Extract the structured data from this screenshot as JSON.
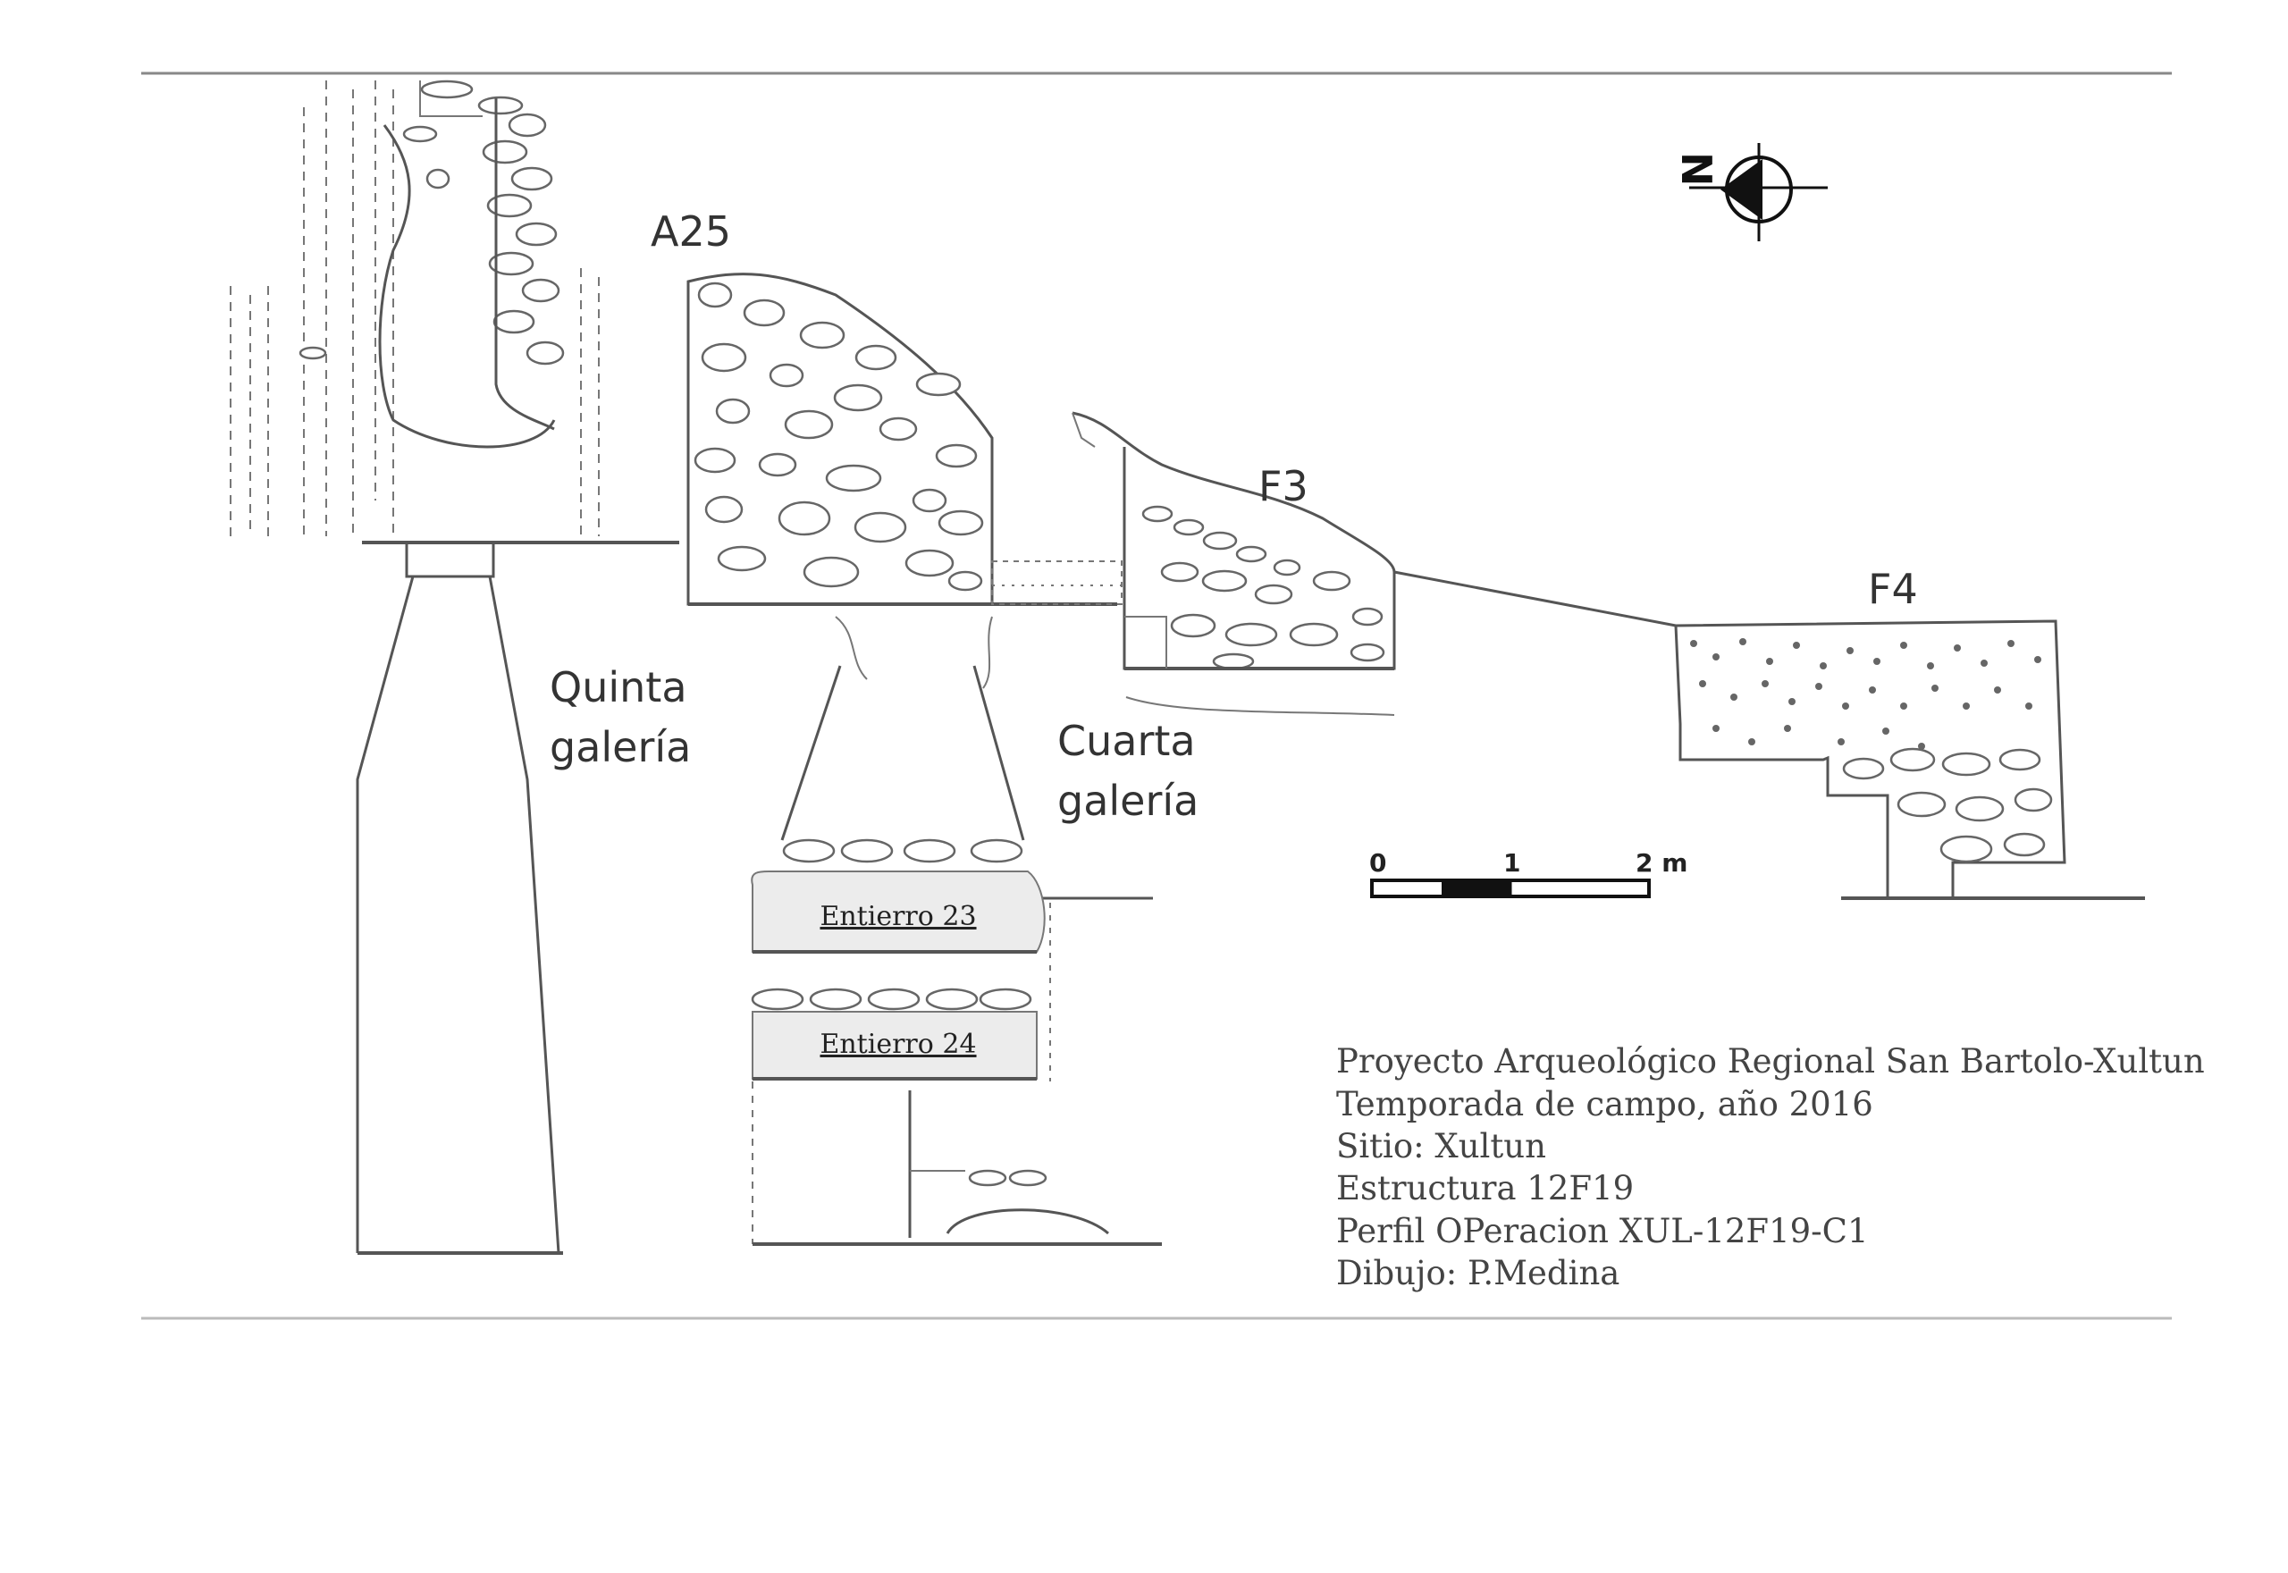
{
  "labels": {
    "a25": "A25",
    "f3": "F3",
    "f4": "F4",
    "quinta_l1": "Quinta",
    "quinta_l2": "galería",
    "cuarta_l1": "Cuarta",
    "cuarta_l2": "galería",
    "entierro_23": "Entierro 23",
    "entierro_24": "Entierro 24"
  },
  "north_arrow": {
    "letter": "N"
  },
  "scale_bar": {
    "ticks": [
      "0",
      "1",
      "2 m"
    ]
  },
  "info_block": {
    "lines": [
      "Proyecto Arqueológico Regional San Bartolo-Xultun",
      "Temporada de campo, año 2016",
      "Sitio: Xultun",
      "Estructura 12F19",
      "Perfil OPeracion XUL-12F19-C1",
      "Dibujo: P.Medina"
    ]
  },
  "colors": {
    "ink": "#555555",
    "background": "#ffffff",
    "burial_fill": "#ececec"
  }
}
